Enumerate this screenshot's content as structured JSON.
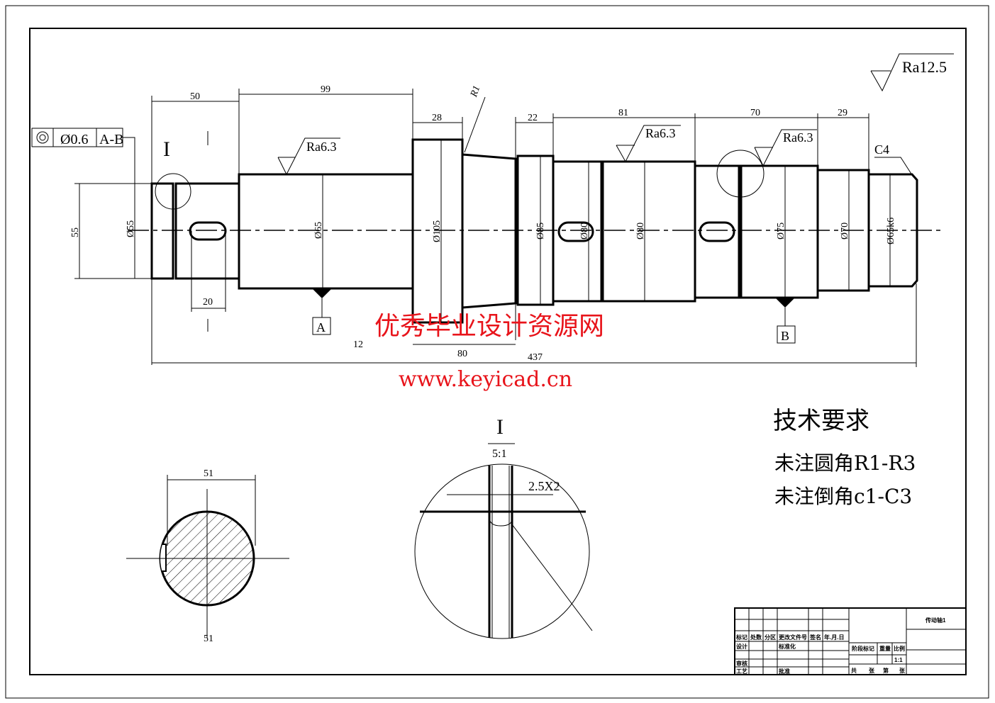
{
  "roughness_global": "Ra12.5",
  "roughness": [
    "Ra6.3",
    "Ra6.3",
    "Ra6.3"
  ],
  "tolerance_frame": {
    "symbol": "concentricity-icon",
    "value": "Ø0.6",
    "datum": "A-B"
  },
  "datums": [
    "A",
    "B"
  ],
  "detail_marker": "I",
  "lengths": {
    "l50": "50",
    "l99": "99",
    "l28": "28",
    "l22": "22",
    "l81": "81",
    "l70": "70",
    "l29": "29",
    "l20": "20",
    "l80": "80",
    "l437": "437",
    "r1": "R1",
    "c4": "C4",
    "l12": "12"
  },
  "diameters": {
    "d55h": "55",
    "d55": "Ø55",
    "d65": "Ø65",
    "d105": "Ø105",
    "d85": "Ø85",
    "d80a": "Ø80",
    "d80b": "Ø80",
    "d75": "Ø75",
    "d70": "Ø70",
    "d65k6": "Ø65k6"
  },
  "section": {
    "width": "51"
  },
  "detail": {
    "label": "I",
    "scale": "5:1",
    "groove": "2.5X2"
  },
  "tech": {
    "title": "技术要求",
    "items": [
      "未注圆角R1-R3",
      "未注倒角c1-C3"
    ]
  },
  "watermark": {
    "cn": "优秀毕业设计资源网",
    "url": "www.keyicad.cn"
  },
  "title_block": {
    "part_name": "传动轴1",
    "headers": [
      "标记",
      "处数",
      "分区",
      "更改文件号",
      "签名",
      "年.月.日"
    ],
    "rows": [
      "设计",
      "标准化",
      "审核",
      "工艺",
      "批准"
    ],
    "stage": "阶段标记",
    "weight": "重量",
    "scale_label": "比例",
    "scale": "1:1",
    "sheets": [
      "共",
      "张",
      "第",
      "张"
    ]
  }
}
